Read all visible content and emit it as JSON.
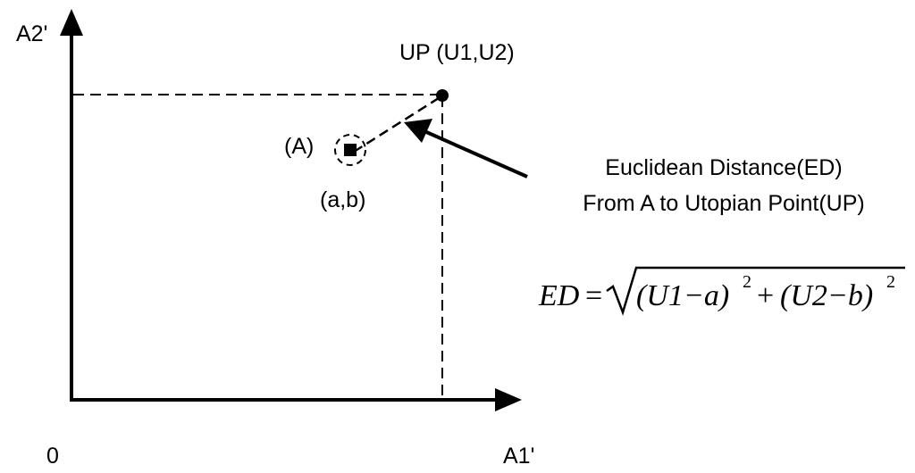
{
  "axes": {
    "y_label": "A2'",
    "x_label": "A1'",
    "origin_label": "0"
  },
  "utopian_point": {
    "label": "UP (U1,U2)"
  },
  "point_a": {
    "name_label": "(A)",
    "coord_label": "(a,b)"
  },
  "annotation": {
    "line1": "Euclidean Distance(ED)",
    "line2": "From A to Utopian Point(UP)"
  },
  "formula": {
    "lhs": "ED",
    "equals": "=",
    "term1": "(U1−a)",
    "exp1": "2",
    "plus": "+",
    "term2": "(U2−b)",
    "exp2": "2"
  },
  "colors": {
    "ink": "#000000",
    "background": "#ffffff"
  }
}
